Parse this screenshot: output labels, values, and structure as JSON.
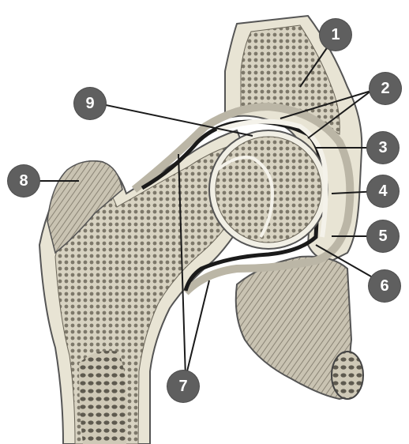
{
  "labels": [
    {
      "id": "1",
      "text": "1"
    },
    {
      "id": "2",
      "text": "2"
    },
    {
      "id": "3",
      "text": "3"
    },
    {
      "id": "4",
      "text": "4"
    },
    {
      "id": "5",
      "text": "5"
    },
    {
      "id": "6",
      "text": "6"
    },
    {
      "id": "7",
      "text": "7"
    },
    {
      "id": "8",
      "text": "8"
    },
    {
      "id": "9",
      "text": "9"
    }
  ],
  "colors": {
    "badge_fill": "#5f5f5f",
    "badge_text": "#ffffff",
    "leader_line": "#1a1a1a",
    "bone_cortex": "#e8e4d4",
    "spongy_bone": "#b9b4a4",
    "cartilage": "#f1efe5",
    "cavity": "#1a1a1a"
  }
}
